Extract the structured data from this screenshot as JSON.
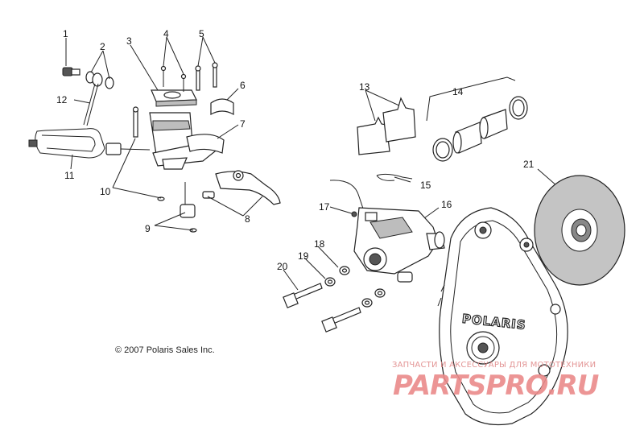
{
  "diagram": {
    "callouts": [
      "1",
      "2",
      "3",
      "4",
      "5",
      "6",
      "7",
      "8",
      "9",
      "10",
      "11",
      "12",
      "13",
      "14",
      "15",
      "16",
      "17",
      "18",
      "19",
      "20",
      "21"
    ],
    "copyright": "© 2007 Polaris Sales Inc.",
    "logo": "POLARIS",
    "watermark": {
      "tagline": "ЗАПЧАСТИ И АКСЕССУАРЫ ДЛЯ МОТОТЕХНИКИ",
      "brand": "PARTSPRO.RU"
    },
    "colors": {
      "line": "#222222",
      "shade": "#bdbdbd",
      "watermark": "#ea8a8a",
      "background": "#ffffff"
    }
  }
}
